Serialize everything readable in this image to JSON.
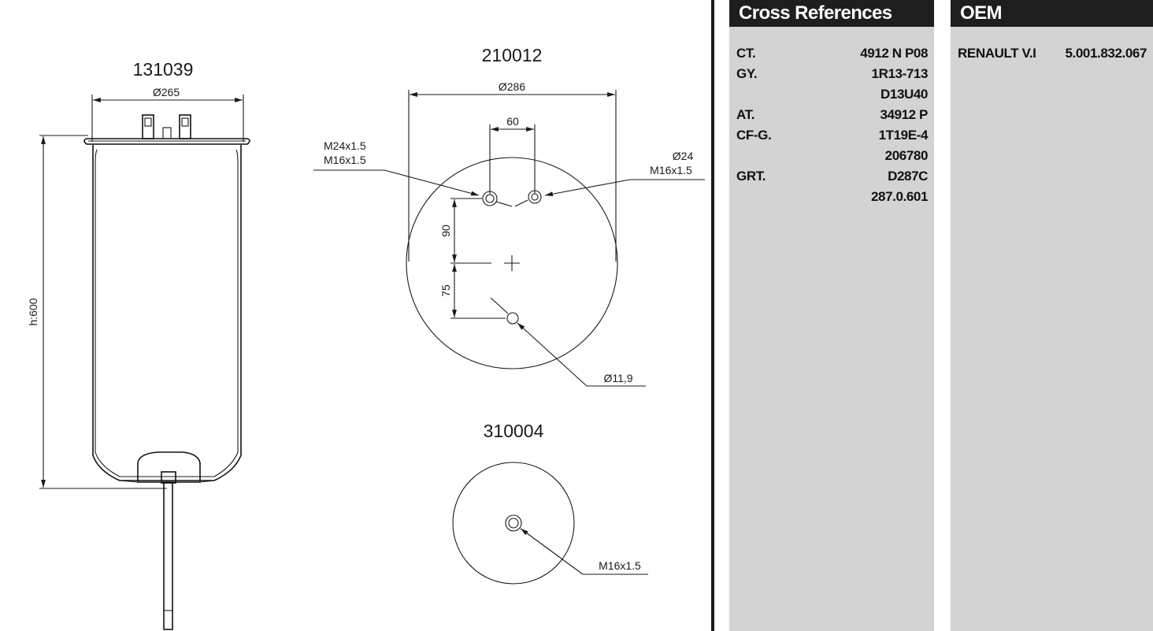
{
  "drawing": {
    "bellow": {
      "part_number": "131039",
      "diameter_label": "Ø265",
      "height_label": "h:600"
    },
    "top_plate": {
      "part_number": "210012",
      "diameter_label": "Ø286",
      "spacing_label": "60",
      "thread_left_1": "M24x1.5",
      "thread_left_2": "M16x1.5",
      "thread_right_1": "Ø24",
      "thread_right_2": "M16x1.5",
      "offset_upper": "90",
      "offset_lower": "75",
      "hole_label": "Ø11,9"
    },
    "bottom_plate": {
      "part_number": "310004",
      "thread_label": "M16x1.5"
    }
  },
  "cross_references": {
    "title": "Cross References",
    "rows": [
      {
        "brand": "CT.",
        "code": "4912 N P08"
      },
      {
        "brand": "GY.",
        "code": "1R13-713"
      },
      {
        "brand": "",
        "code": "D13U40"
      },
      {
        "brand": "AT.",
        "code": "34912 P"
      },
      {
        "brand": "CF-G.",
        "code": "1T19E-4"
      },
      {
        "brand": "",
        "code": "206780"
      },
      {
        "brand": "GRT.",
        "code": "D287C"
      },
      {
        "brand": "",
        "code": "287.0.601"
      }
    ]
  },
  "oem": {
    "title": "OEM",
    "rows": [
      {
        "brand": "RENAULT V.I",
        "code": "5.001.832.067"
      }
    ]
  }
}
